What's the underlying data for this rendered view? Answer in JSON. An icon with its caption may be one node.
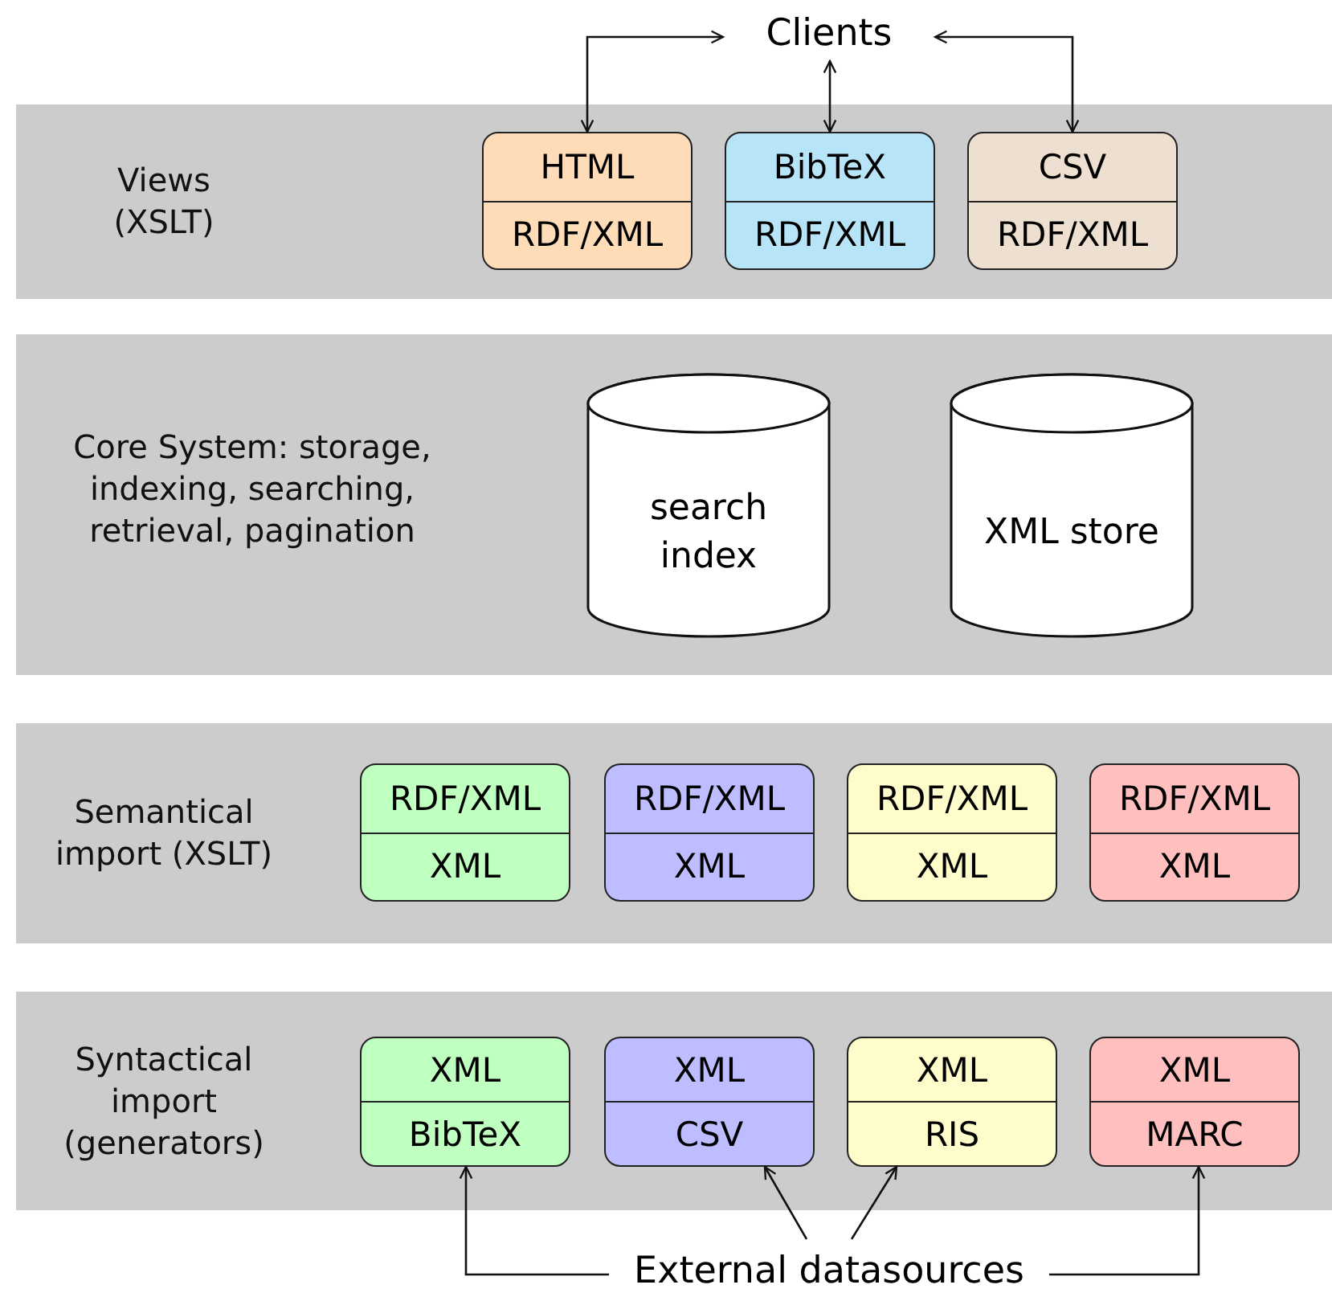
{
  "diagram": {
    "nodes": [
      {
        "text": [
          "Clients"
        ]
      },
      {
        "text": [
          "Views (XSLT)"
        ]
      },
      {
        "text": [
          "HTML",
          "RDF/XML"
        ],
        "in": 1
      },
      {
        "text": [
          "BibTeX",
          "RDF/XML"
        ],
        "in": 1
      },
      {
        "text": [
          "CSV",
          "RDF/XML"
        ],
        "in": 1
      },
      {
        "text": [
          "Core System: storage, indexing, searching, retrieval, pagination"
        ]
      },
      {
        "text": [
          "search index"
        ],
        "in": 5
      },
      {
        "text": [
          "XML store"
        ],
        "in": 5
      },
      {
        "text": [
          "Semantical import (XSLT)"
        ]
      },
      {
        "text": [
          "RDF/XML",
          "XML"
        ],
        "in": 8
      },
      {
        "text": [
          "RDF/XML",
          "XML"
        ],
        "in": 8
      },
      {
        "text": [
          "RDF/XML",
          "XML"
        ],
        "in": 8
      },
      {
        "text": [
          "RDF/XML",
          "XML"
        ],
        "in": 8
      },
      {
        "text": [
          "Syntactical import (generators)"
        ]
      },
      {
        "text": [
          "XML",
          "BibTeX"
        ],
        "in": 13
      },
      {
        "text": [
          "XML",
          "CSV"
        ],
        "in": 13
      },
      {
        "text": [
          "XML",
          "RIS"
        ],
        "in": 13
      },
      {
        "text": [
          "XML",
          "MARC"
        ],
        "in": 13
      },
      {
        "text": [
          "External datasources"
        ]
      }
    ],
    "edges": [
      {
        "from": 0,
        "to": 2,
        "arrow": "both"
      },
      {
        "from": 0,
        "to": 3,
        "arrow": "both"
      },
      {
        "from": 0,
        "to": 4,
        "arrow": "both"
      },
      {
        "from": 18,
        "to": 14,
        "arrow": "to"
      },
      {
        "from": 18,
        "to": 15,
        "arrow": "to"
      },
      {
        "from": 18,
        "to": 16,
        "arrow": "to"
      },
      {
        "from": 18,
        "to": 17,
        "arrow": "to"
      }
    ]
  }
}
